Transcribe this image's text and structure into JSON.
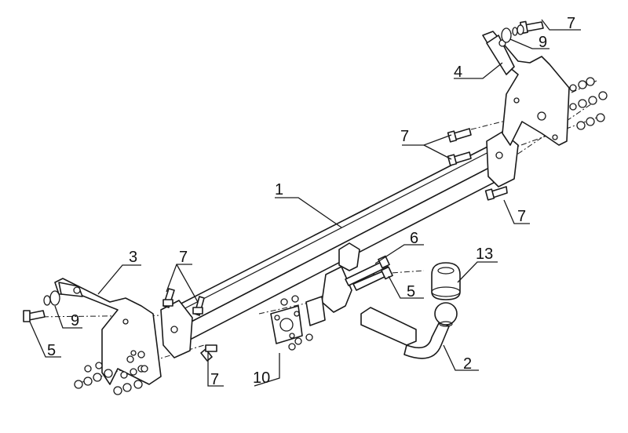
{
  "callouts": [
    {
      "id": "part-1",
      "label": "1"
    },
    {
      "id": "part-2",
      "label": "2"
    },
    {
      "id": "part-3",
      "label": "3"
    },
    {
      "id": "part-4",
      "label": "4"
    },
    {
      "id": "part-5-left",
      "label": "5"
    },
    {
      "id": "part-5-mid",
      "label": "5"
    },
    {
      "id": "part-6",
      "label": "6"
    },
    {
      "id": "part-7-topright",
      "label": "7"
    },
    {
      "id": "part-7-upper",
      "label": "7"
    },
    {
      "id": "part-7-right",
      "label": "7"
    },
    {
      "id": "part-7-left",
      "label": "7"
    },
    {
      "id": "part-7-bottom",
      "label": "7"
    },
    {
      "id": "part-9-right",
      "label": "9"
    },
    {
      "id": "part-9-left",
      "label": "9"
    },
    {
      "id": "part-10",
      "label": "10"
    },
    {
      "id": "part-13",
      "label": "13"
    }
  ],
  "colors": {
    "line": "#1a1a1a",
    "background": "#ffffff"
  }
}
